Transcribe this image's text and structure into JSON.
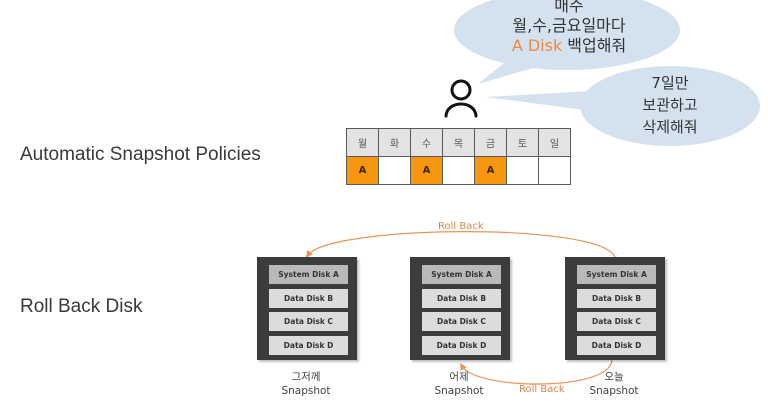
{
  "sections": {
    "policies_title": "Automatic Snapshot Policies",
    "rollback_title": "Roll Back Disk"
  },
  "bubbles": {
    "request": {
      "line1": "매주",
      "line2": "월,수,금요일마다",
      "line3_accent": "A Disk",
      "line3_rest": " 백업해줘"
    },
    "retention": {
      "line1": "7일만",
      "line2": "보관하고",
      "line3": "삭제해줘"
    }
  },
  "icons": {
    "user": "person-outline-icon"
  },
  "schedule": {
    "days": [
      "월",
      "화",
      "수",
      "목",
      "금",
      "토",
      "일"
    ],
    "marks": [
      "A",
      "",
      "A",
      "",
      "A",
      "",
      ""
    ],
    "highlight_color": "#f7960f"
  },
  "snapshots": [
    {
      "label_kr": "그저께",
      "label_en": "Snapshot",
      "disks": [
        "System Disk A",
        "Data Disk B",
        "Data Disk C",
        "Data Disk D"
      ]
    },
    {
      "label_kr": "어제",
      "label_en": "Snapshot",
      "disks": [
        "System Disk A",
        "Data Disk B",
        "Data Disk C",
        "Data Disk D"
      ]
    },
    {
      "label_kr": "오늘",
      "label_en": "Snapshot",
      "disks": [
        "System Disk A",
        "Data Disk B",
        "Data Disk C",
        "Data Disk D"
      ]
    }
  ],
  "rollback_arrows": {
    "top_label": "Roll Back",
    "bottom_label": "Roll Back",
    "color": "#e8955a"
  },
  "colors": {
    "accent": "#f08a3c",
    "bubble_fill": "#d4e2f0",
    "disk_box": "#3c3c3c"
  }
}
